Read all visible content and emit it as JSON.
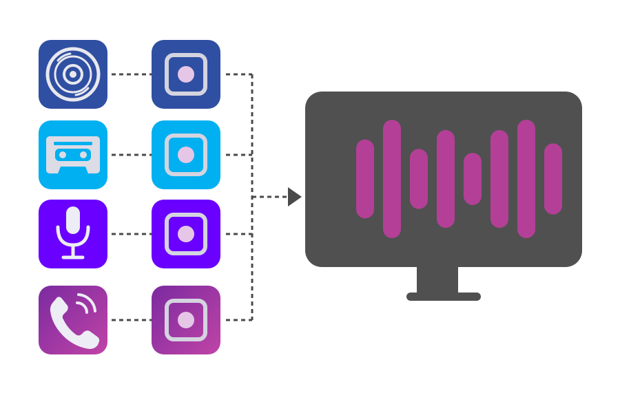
{
  "sources": [
    {
      "id": "cd",
      "icon": "cd-disc-icon",
      "color": "#2f4fa2"
    },
    {
      "id": "cassette",
      "icon": "cassette-tape-icon",
      "color": "#00b0f0"
    },
    {
      "id": "microphone",
      "icon": "microphone-icon",
      "color": "#6a00ff"
    },
    {
      "id": "phone",
      "icon": "phone-call-icon",
      "gradient": [
        "#7b2aa0",
        "#c044a6"
      ]
    }
  ],
  "converter_icon": "audio-input-node-icon",
  "target": {
    "icon": "monitor-icon",
    "screen_color": "#505050"
  },
  "waveform": {
    "color": "#b34096",
    "bars": [
      0.5,
      0.75,
      0.38,
      0.62,
      0.33,
      0.62,
      0.75,
      0.45
    ]
  },
  "connector_color": "#4a4a4a"
}
